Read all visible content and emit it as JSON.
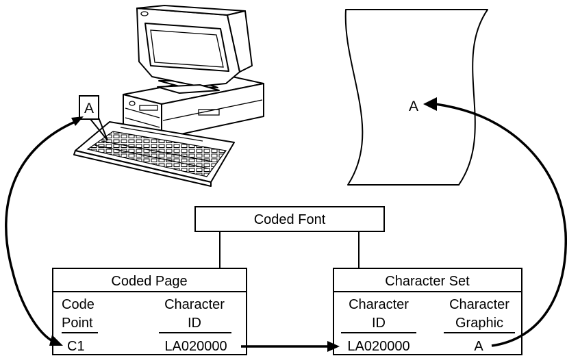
{
  "keyboard_key_callout": "A",
  "printed_page_character": "A",
  "coded_font": {
    "title": "Coded Font"
  },
  "coded_page": {
    "title": "Coded Page",
    "columns": [
      {
        "header_line1": "Code",
        "header_line2": "Point",
        "value": "C1"
      },
      {
        "header_line1": "Character",
        "header_line2": "ID",
        "value": "LA020000"
      }
    ]
  },
  "character_set": {
    "title": "Character Set",
    "columns": [
      {
        "header_line1": "Character",
        "header_line2": "ID",
        "value": "LA020000"
      },
      {
        "header_line1": "Character",
        "header_line2": "Graphic",
        "value": "A"
      }
    ]
  },
  "icons": {
    "computer": "desktop-computer-icon",
    "keyboard": "keyboard-icon",
    "page": "printed-page-icon"
  },
  "colors": {
    "ink": "#000000",
    "background": "#ffffff"
  }
}
